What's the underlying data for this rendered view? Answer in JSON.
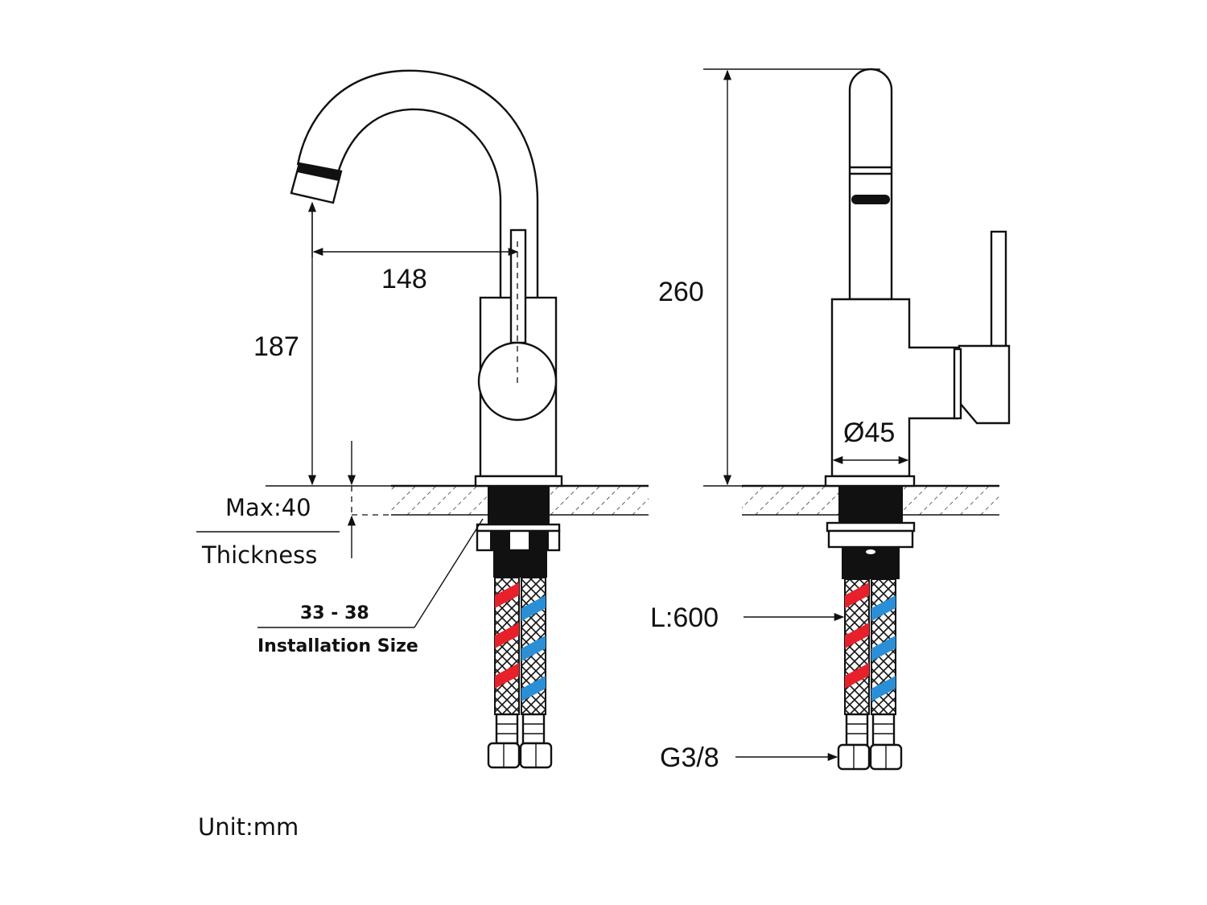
{
  "labels": {
    "spout_reach": "148",
    "spout_height": "187",
    "total_height": "260",
    "base_diameter": "Ø45",
    "max_thickness": "Max:40",
    "thickness": "Thickness",
    "install_size_value": "33 - 38",
    "install_size": "Installation Size",
    "hose_length": "L:600",
    "thread": "G3/8",
    "unit": "Unit:mm"
  },
  "colors": {
    "hot_hose": "#e8202a",
    "cold_hose": "#2a8fd6",
    "line": "#111111"
  }
}
